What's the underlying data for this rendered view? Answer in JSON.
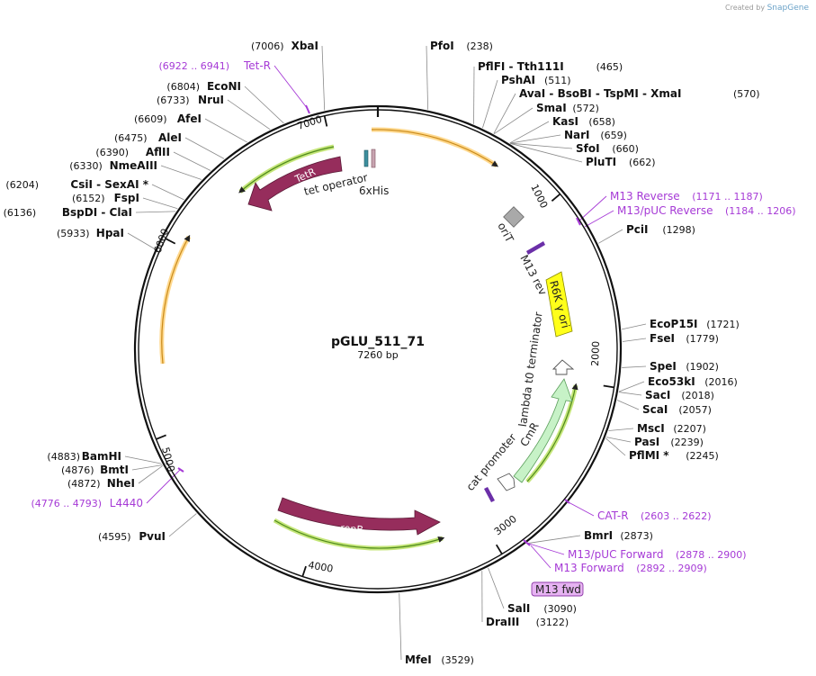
{
  "credit": {
    "prefix": "Created by",
    "brand": "SnapGene"
  },
  "plasmid": {
    "name": "pGLU_511_71",
    "size_label": "7260 bp",
    "length": 7260
  },
  "colors": {
    "feature_arrow": "#962d5c",
    "feature_highlight": "#c5e67a",
    "orf_outline": "#e9a93a",
    "orf_fill": "#ffe9b6",
    "green_orf": "#6aa62e",
    "cmR_fill": "#c7f2c7",
    "ori_fill": "#ffff1a",
    "primer": "#a63ad6",
    "primer_bind": "#6b2fa8",
    "oriT": "#a9a9a9"
  },
  "ticks": [
    {
      "bp": 1000,
      "label": "1000"
    },
    {
      "bp": 2000,
      "label": "2000"
    },
    {
      "bp": 3000,
      "label": "3000"
    },
    {
      "bp": 4000,
      "label": "4000"
    },
    {
      "bp": 5000,
      "label": "5000"
    },
    {
      "bp": 6000,
      "label": "6000"
    },
    {
      "bp": 7000,
      "label": "7000"
    }
  ],
  "site_labels": [
    {
      "id": "xbai",
      "name": "XbaI",
      "pos": "(7006)",
      "side": "L"
    },
    {
      "id": "pfoi",
      "name": "PfoI",
      "pos": "(238)",
      "side": "R"
    },
    {
      "id": "pflfi",
      "name": "PflFI  - Tth111I",
      "pos": "(465)",
      "side": "R"
    },
    {
      "id": "pshai",
      "name": "PshAI",
      "pos": "(511)",
      "side": "R"
    },
    {
      "id": "avai",
      "name": "AvaI  - BsoBI  - TspMI  - XmaI",
      "pos": "(570)",
      "side": "R"
    },
    {
      "id": "smai",
      "name": "SmaI",
      "pos": "(572)",
      "side": "R"
    },
    {
      "id": "kasi",
      "name": "KasI",
      "pos": "(658)",
      "side": "R"
    },
    {
      "id": "nari",
      "name": "NarI",
      "pos": "(659)",
      "side": "R"
    },
    {
      "id": "sfoi",
      "name": "SfoI",
      "pos": "(660)",
      "side": "R"
    },
    {
      "id": "pluti",
      "name": "PluTI",
      "pos": "(662)",
      "side": "R"
    },
    {
      "id": "pcii",
      "name": "PciI",
      "pos": "(1298)",
      "side": "R"
    },
    {
      "id": "ecop15i",
      "name": "EcoP15I",
      "pos": "(1721)",
      "side": "R"
    },
    {
      "id": "fsei",
      "name": "FseI",
      "pos": "(1779)",
      "side": "R"
    },
    {
      "id": "spei",
      "name": "SpeI",
      "pos": "(1902)",
      "side": "R"
    },
    {
      "id": "eco53ki",
      "name": "Eco53kI",
      "pos": "(2016)",
      "side": "R"
    },
    {
      "id": "saci",
      "name": "SacI",
      "pos": "(2018)",
      "side": "R"
    },
    {
      "id": "scai",
      "name": "ScaI",
      "pos": "(2057)",
      "side": "R"
    },
    {
      "id": "msci",
      "name": "MscI",
      "pos": "(2207)",
      "side": "R"
    },
    {
      "id": "pasi",
      "name": "PasI",
      "pos": "(2239)",
      "side": "R"
    },
    {
      "id": "pflmi",
      "name": "PflMI *",
      "pos": "(2245)",
      "side": "R"
    },
    {
      "id": "bmri",
      "name": "BmrI",
      "pos": "(2873)",
      "side": "R"
    },
    {
      "id": "sali",
      "name": "SalI",
      "pos": "(3090)",
      "side": "R"
    },
    {
      "id": "draiii",
      "name": "DraIII",
      "pos": "(3122)",
      "side": "R"
    },
    {
      "id": "mfei",
      "name": "MfeI",
      "pos": "(3529)",
      "side": "R"
    },
    {
      "id": "pvui",
      "name": "PvuI",
      "pos": "(4595)",
      "side": "L"
    },
    {
      "id": "nhei",
      "name": "NheI",
      "pos": "(4872)",
      "side": "L"
    },
    {
      "id": "bmti",
      "name": "BmtI",
      "pos": "(4876)",
      "side": "L"
    },
    {
      "id": "bamhi",
      "name": "BamHI",
      "pos": "(4883)",
      "side": "L"
    },
    {
      "id": "hpai",
      "name": "HpaI",
      "pos": "(5933)",
      "side": "L"
    },
    {
      "id": "bspdi",
      "name": "BspDI  - ClaI",
      "pos": "(6136)",
      "side": "L"
    },
    {
      "id": "fspi",
      "name": "FspI",
      "pos": "(6152)",
      "side": "L"
    },
    {
      "id": "csii",
      "name": "CsiI  - SexAI *",
      "pos": "(6204)",
      "side": "L"
    },
    {
      "id": "nmeaiii",
      "name": "NmeAIII",
      "pos": "(6330)",
      "side": "L"
    },
    {
      "id": "aflii",
      "name": "AflII",
      "pos": "(6390)",
      "side": "L"
    },
    {
      "id": "alei",
      "name": "AleI",
      "pos": "(6475)",
      "side": "L"
    },
    {
      "id": "afei",
      "name": "AfeI",
      "pos": "(6609)",
      "side": "L"
    },
    {
      "id": "nrui",
      "name": "NruI",
      "pos": "(6733)",
      "side": "L"
    },
    {
      "id": "econi",
      "name": "EcoNI",
      "pos": "(6804)",
      "side": "L"
    }
  ],
  "primer_labels": [
    {
      "id": "tetr-primer",
      "name": "Tet-R",
      "pos": "(6922 .. 6941)",
      "side": "L"
    },
    {
      "id": "m13rev-primer",
      "name": "M13 Reverse",
      "pos": "(1171 .. 1187)",
      "side": "R"
    },
    {
      "id": "m13pucrev-primer",
      "name": "M13/pUC Reverse",
      "pos": "(1184 .. 1206)",
      "side": "R"
    },
    {
      "id": "catr-primer",
      "name": "CAT-R",
      "pos": "(2603 .. 2622)",
      "side": "R"
    },
    {
      "id": "m13pucfwd-primer",
      "name": "M13/pUC Forward",
      "pos": "(2878 .. 2900)",
      "side": "R"
    },
    {
      "id": "m13fwd-primer",
      "name": "M13 Forward",
      "pos": "(2892 .. 2909)",
      "side": "R"
    },
    {
      "id": "l4440-primer",
      "name": "L4440",
      "pos": "(4776 .. 4793)",
      "side": "L"
    }
  ],
  "features": {
    "tetR": "TetR",
    "tet_operator": "tet operator",
    "his": "6xHis",
    "oriT": "oriT",
    "m13rev": "M13 rev",
    "r6k": "R6K γ ori",
    "lambda": "lambda t0 terminator",
    "cmR": "CmR",
    "cat_promoter": "cat promoter",
    "m13fwd": "M13 fwd",
    "repB": "repB"
  }
}
